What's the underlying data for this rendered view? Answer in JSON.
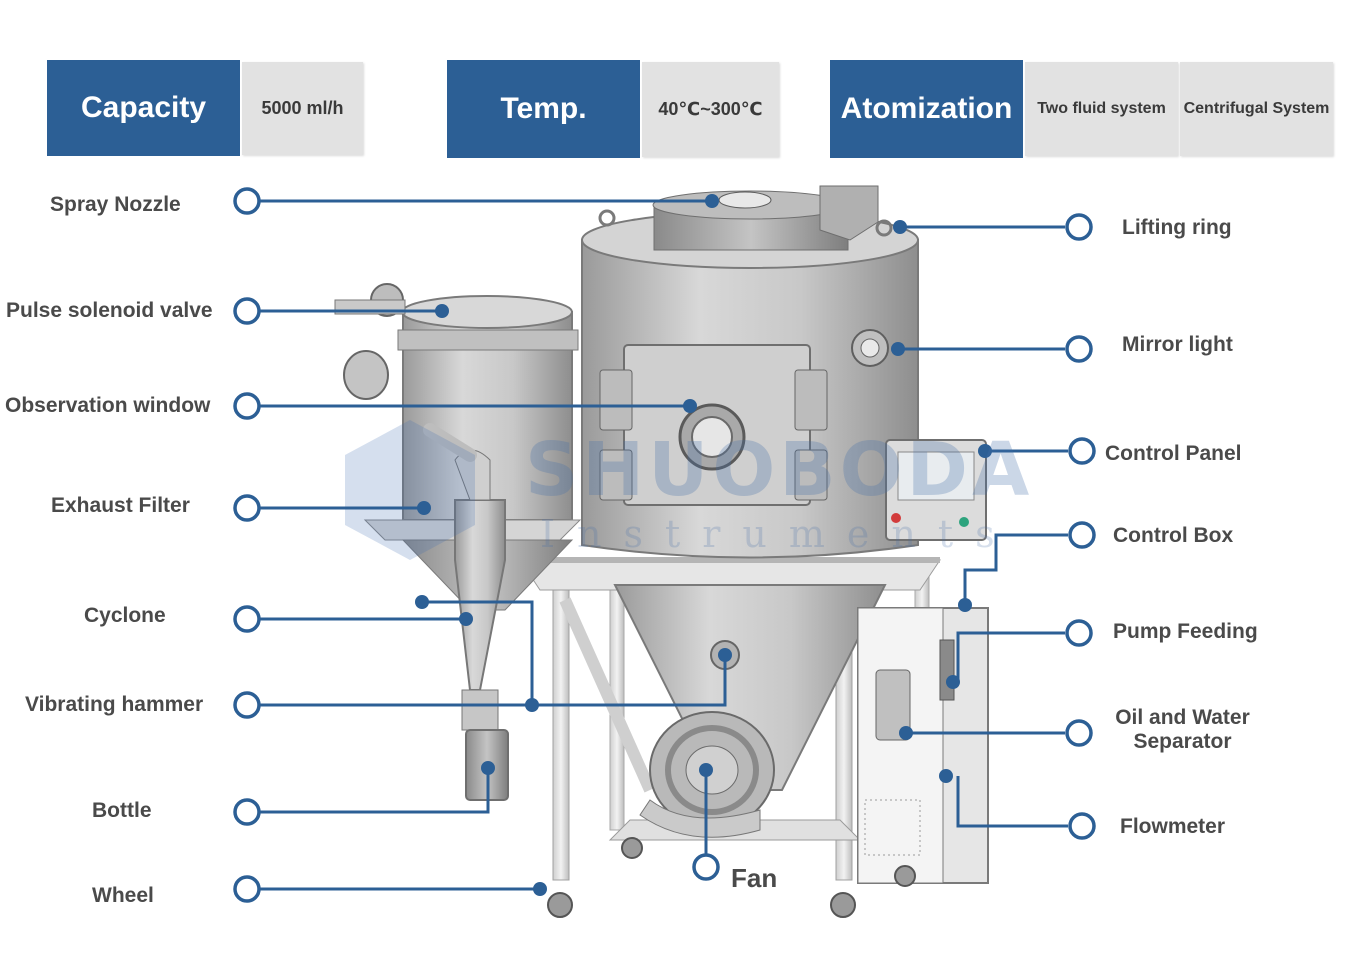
{
  "specs": {
    "capacity": {
      "label": "Capacity",
      "value": "5000 ml/h"
    },
    "temp": {
      "label": "Temp.",
      "value": "40℃~300℃"
    },
    "atomization": {
      "label": "Atomization",
      "value_1": "Two fluid system",
      "value_2": "Centrifugal System"
    }
  },
  "labels": {
    "spray_nozzle": "Spray Nozzle",
    "pulse_solenoid_valve": "Pulse solenoid valve",
    "observation_window": "Observation window",
    "exhaust_filter": "Exhaust Filter",
    "cyclone": "Cyclone",
    "vibrating_hammer": "Vibrating hammer",
    "bottle": "Bottle",
    "wheel": "Wheel",
    "fan": "Fan",
    "lifting_ring": "Lifting ring",
    "mirror_light": "Mirror light",
    "control_panel": "Control Panel",
    "control_box": "Control Box",
    "pump_feeding": "Pump Feeding",
    "oil_water_line1": "Oil and Water",
    "oil_water_line2": "Separator",
    "flowmeter": "Flowmeter"
  },
  "watermark": {
    "name": "SHUOBODA",
    "sub": "Instruments"
  },
  "colors": {
    "header_blue": "#2c5f95",
    "value_gray": "#e2e2e2",
    "callout_line": "#2c5f95",
    "label_text": "#4a4a4a"
  }
}
